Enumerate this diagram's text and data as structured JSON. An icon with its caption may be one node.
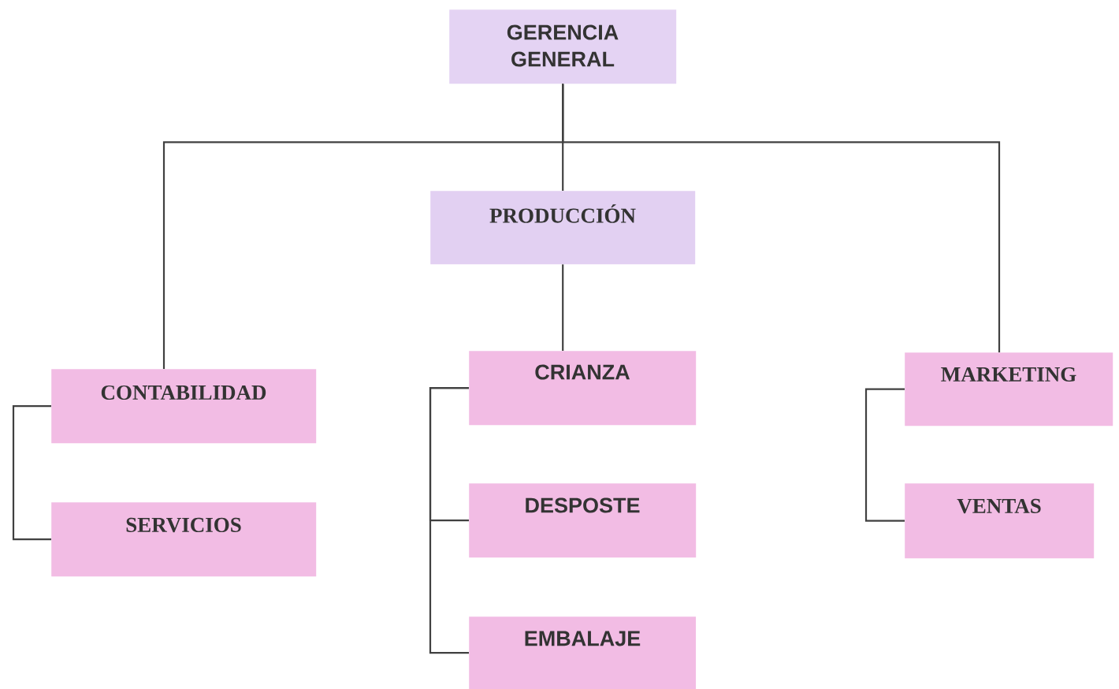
{
  "diagram": {
    "nodes": [
      {
        "text": [
          "GERENCIA GENERAL"
        ]
      },
      {
        "text": [
          "PRODUCCIÓN"
        ]
      },
      {
        "text": [
          "CONTABILIDAD"
        ]
      },
      {
        "text": [
          "SERVICIOS"
        ]
      },
      {
        "text": [
          "CRIANZA"
        ]
      },
      {
        "text": [
          "DESPOSTE"
        ]
      },
      {
        "text": [
          "EMBALAJE"
        ]
      },
      {
        "text": [
          "MARKETING"
        ]
      },
      {
        "text": [
          "VENTAS"
        ]
      }
    ],
    "edges": [
      {
        "from": 0,
        "to": 1,
        "arrow": "none"
      },
      {
        "from": 0,
        "to": 2,
        "arrow": "none"
      },
      {
        "from": 0,
        "to": 7,
        "arrow": "none"
      },
      {
        "from": 1,
        "to": 4,
        "arrow": "none"
      },
      {
        "from": 2,
        "to": 3,
        "arrow": "none"
      },
      {
        "from": 4,
        "to": 5,
        "arrow": "none"
      },
      {
        "from": 4,
        "to": 6,
        "arrow": "none"
      },
      {
        "from": 7,
        "to": 8,
        "arrow": "none"
      }
    ]
  }
}
